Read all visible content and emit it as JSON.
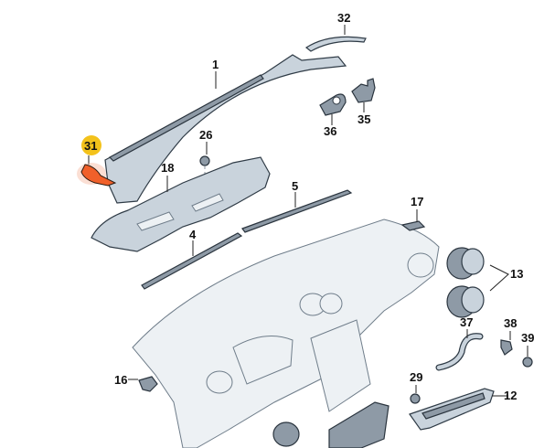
{
  "diagram": {
    "title": "Dashboard exploded parts view",
    "highlight_color": "#f0602a",
    "highlight_badge_color": "#f3c21b",
    "highlighted_part": "31",
    "labels": {
      "p1": "1",
      "p4": "4",
      "p5": "5",
      "p12": "12",
      "p13": "13",
      "p16": "16",
      "p17": "17",
      "p18": "18",
      "p26": "26",
      "p29": "29",
      "p31": "31",
      "p32": "32",
      "p35": "35",
      "p36": "36",
      "p37": "37",
      "p38": "38",
      "p39": "39"
    }
  }
}
